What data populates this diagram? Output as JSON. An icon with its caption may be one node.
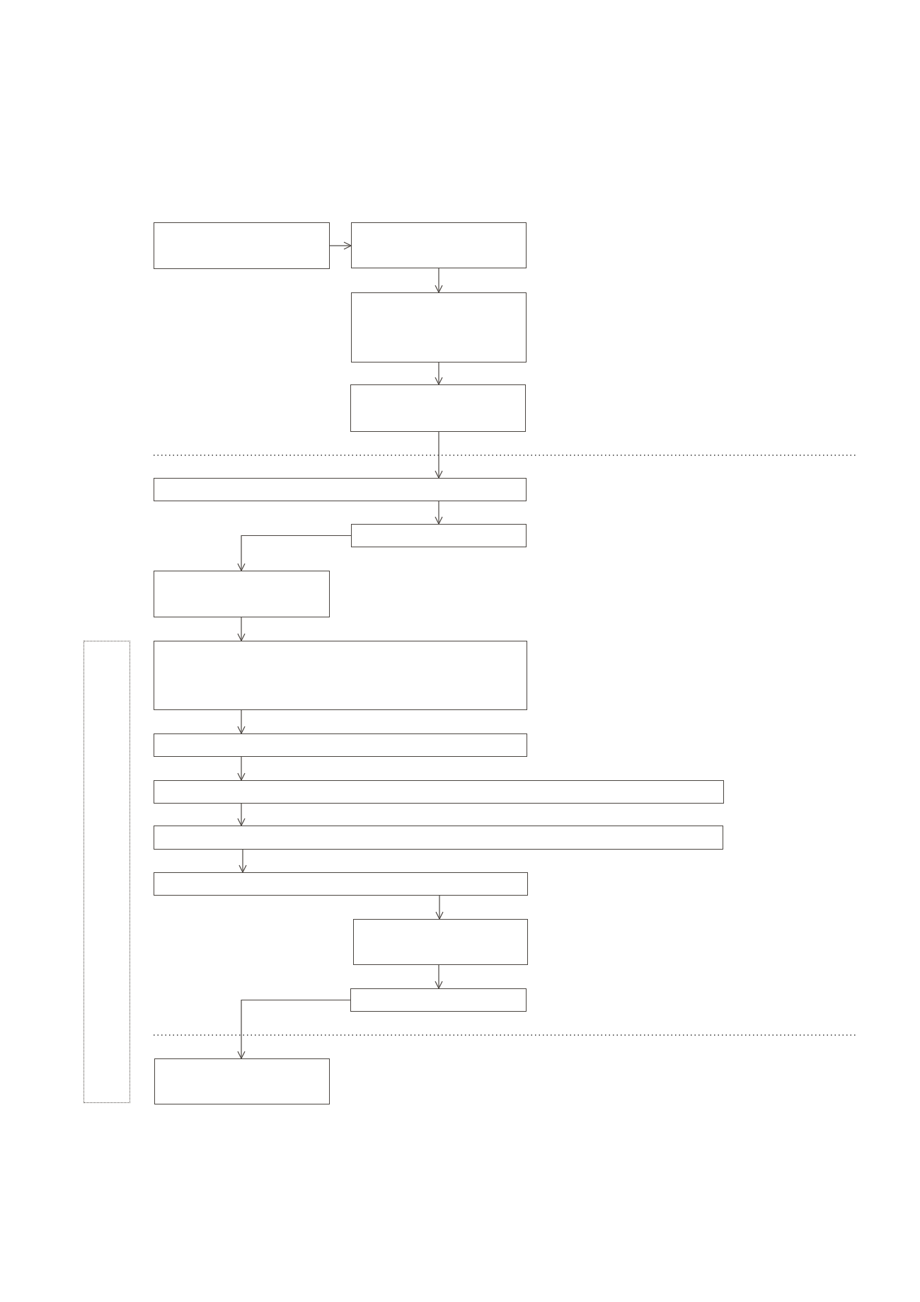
{
  "diagram": {
    "nodes": [
      {
        "text": [],
        "shape": "box"
      },
      {
        "text": [],
        "shape": "box"
      },
      {
        "text": [],
        "shape": "box"
      },
      {
        "text": [],
        "shape": "box"
      },
      {
        "text": [],
        "shape": "box"
      },
      {
        "text": [],
        "shape": "box"
      },
      {
        "text": [],
        "shape": "box"
      },
      {
        "text": [],
        "shape": "box"
      },
      {
        "text": [],
        "shape": "box"
      },
      {
        "text": [],
        "shape": "box"
      },
      {
        "text": [],
        "shape": "box"
      },
      {
        "text": [],
        "shape": "box"
      },
      {
        "text": [],
        "shape": "box"
      },
      {
        "text": [],
        "shape": "box"
      },
      {
        "text": [],
        "shape": "box"
      },
      {
        "text": [],
        "shape": "box"
      }
    ],
    "edges": [
      {
        "from": 0,
        "to": 1,
        "arrow": "to"
      },
      {
        "from": 1,
        "to": 2,
        "arrow": "to"
      },
      {
        "from": 2,
        "to": 3,
        "arrow": "to"
      },
      {
        "from": 3,
        "to": 4,
        "arrow": "to"
      },
      {
        "from": 4,
        "to": 5,
        "arrow": "to"
      },
      {
        "from": 5,
        "to": 6,
        "arrow": "to"
      },
      {
        "from": 6,
        "to": 8,
        "arrow": "to"
      },
      {
        "from": 8,
        "to": 9,
        "arrow": "to"
      },
      {
        "from": 9,
        "to": 10,
        "arrow": "to"
      },
      {
        "from": 10,
        "to": 11,
        "arrow": "to"
      },
      {
        "from": 11,
        "to": 12,
        "arrow": "to"
      },
      {
        "from": 12,
        "to": 13,
        "arrow": "to"
      },
      {
        "from": 13,
        "to": 14,
        "arrow": "to"
      },
      {
        "from": 14,
        "to": 15,
        "arrow": "to"
      }
    ]
  }
}
